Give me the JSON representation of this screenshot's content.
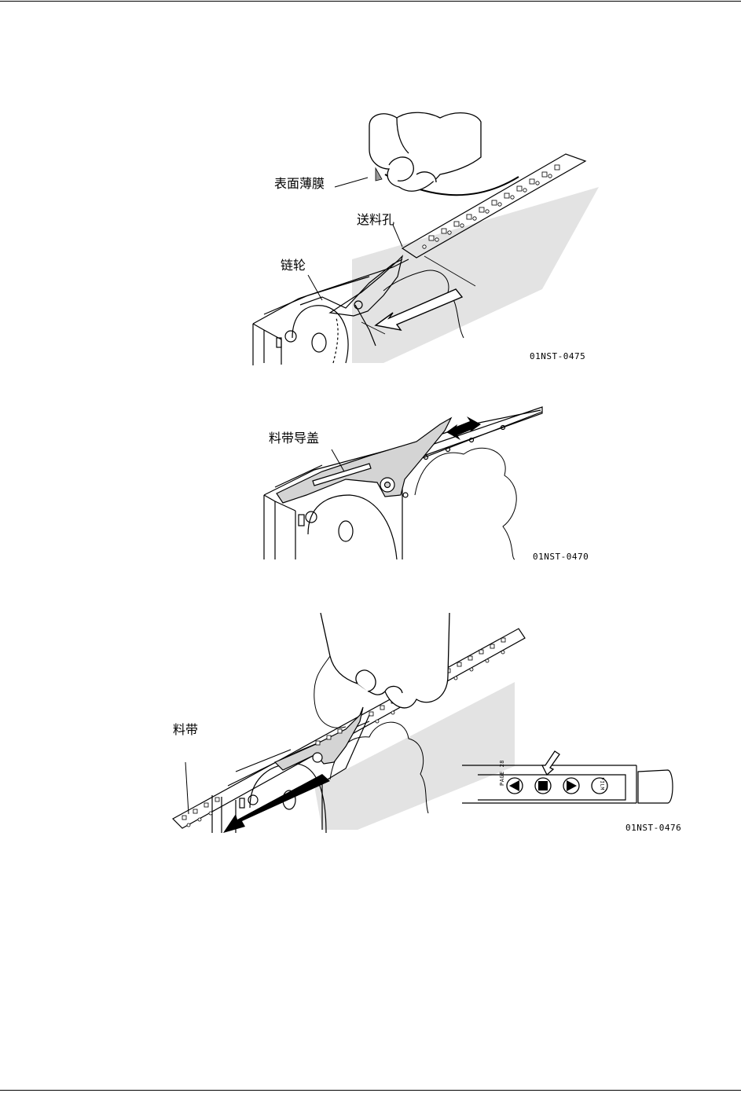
{
  "figures": [
    {
      "code": "01NST-0475",
      "labels": {
        "film": "表面薄膜",
        "feed_hole": "送料孔",
        "sprocket": "链轮"
      }
    },
    {
      "code": "01NST-0470",
      "labels": {
        "tape_guide": "料带导盖"
      }
    },
    {
      "code": "01NST-0476",
      "labels": {
        "tape": "料带"
      },
      "panel": {
        "left_text": "PAGE 28",
        "right_text": "FILM"
      }
    }
  ]
}
